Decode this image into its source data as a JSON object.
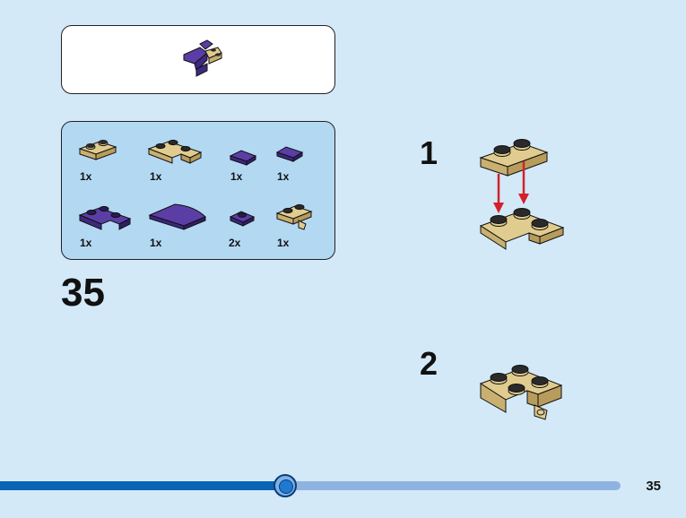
{
  "step": {
    "number": "35"
  },
  "parts": [
    {
      "qty": "1x",
      "icon": "tan-plate-1x2-icon"
    },
    {
      "qty": "1x",
      "icon": "tan-corner-plate-icon"
    },
    {
      "qty": "1x",
      "icon": "purple-wedge-plate-icon"
    },
    {
      "qty": "1x",
      "icon": "purple-tile-icon"
    },
    {
      "qty": "1x",
      "icon": "purple-corner-plate-icon"
    },
    {
      "qty": "1x",
      "icon": "purple-curved-slope-icon"
    },
    {
      "qty": "2x",
      "icon": "purple-plate-1x1-icon"
    },
    {
      "qty": "1x",
      "icon": "tan-plate-with-clip-icon"
    }
  ],
  "substeps": [
    {
      "number": "1",
      "icon": "stack-plates-icon"
    },
    {
      "number": "2",
      "icon": "assembled-plates-icon"
    }
  ],
  "progress": {
    "fraction": 0.46
  },
  "page": {
    "number": "35"
  },
  "colors": {
    "tan": "#e1cc8f",
    "purple": "#5b3ea5",
    "arrow": "#d4202a",
    "background": "#d3e9f8"
  }
}
